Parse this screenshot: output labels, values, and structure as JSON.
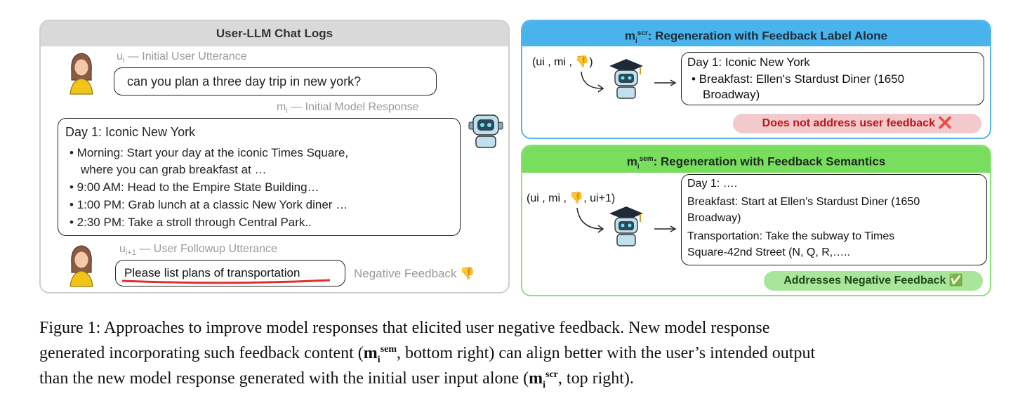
{
  "left": {
    "header": "User-LLM Chat Logs",
    "initial_tag_sub": "i",
    "initial_tag_text": "— Initial User Utterance",
    "initial_utterance": "can you plan a three day trip in new york?",
    "model_tag_sub": "i",
    "model_tag_text": "— Initial Model Response",
    "response_title": "Day 1: Iconic New York",
    "response_items": [
      "• Morning: Start your day at the iconic Times Square,",
      "where you can grab breakfast at …",
      "• 9:00 AM: Head to the Empire State Building…",
      "• 1:00 PM: Grab lunch at a classic New York diner …",
      "• 2:30 PM: Take a stroll through Central Park.."
    ],
    "followup_tag_sub": "i+1",
    "followup_tag_text": "— User Followup Utterance",
    "followup_utterance": "Please list plans of transportation",
    "negative_label": "Negative Feedback 👎"
  },
  "right_top": {
    "header_sup": "scr",
    "header_text": ": Regeneration with Feedback Label Alone",
    "input_label": "(ui , mi , 👎)",
    "response_title": "Day 1: Iconic New York",
    "response_line1": "• Breakfast: Ellen's Stardust Diner (1650",
    "response_line2": "Broadway)",
    "badge": "Does not address user feedback ❌"
  },
  "right_bottom": {
    "header_sup": "sem",
    "header_text": ": Regeneration with Feedback Semantics",
    "input_label": "(ui , mi , 👎, ui+1)",
    "response_lines": [
      "Day 1: ….",
      "Breakfast: Start at Ellen's Stardust Diner (1650",
      "Broadway)",
      "Transportation: Take the subway to Times",
      "Square-42nd Street (N, Q, R,….."
    ],
    "badge": "Addresses Negative Feedback ✅"
  },
  "caption": {
    "line1": "Figure 1: Approaches to improve model responses that elicited user negative feedback. New model response",
    "line2_a": "generated incorporating such feedback content (",
    "line2_b": ", bottom right) can align better with the user’s intended output",
    "line3_a": "than the new model response generated with the initial user input alone (",
    "line3_b": ", top right)."
  },
  "colors": {
    "blue_header": "#49b3ec",
    "green_header": "#79dd5e",
    "red_badge": "#f2c9cc",
    "green_badge": "#a9e59a",
    "underline_red": "#e0302a"
  },
  "icons": [
    "woman-avatar-icon",
    "robot-icon",
    "graduate-robot-icon",
    "thumbs-down-icon",
    "arrow-icon"
  ]
}
